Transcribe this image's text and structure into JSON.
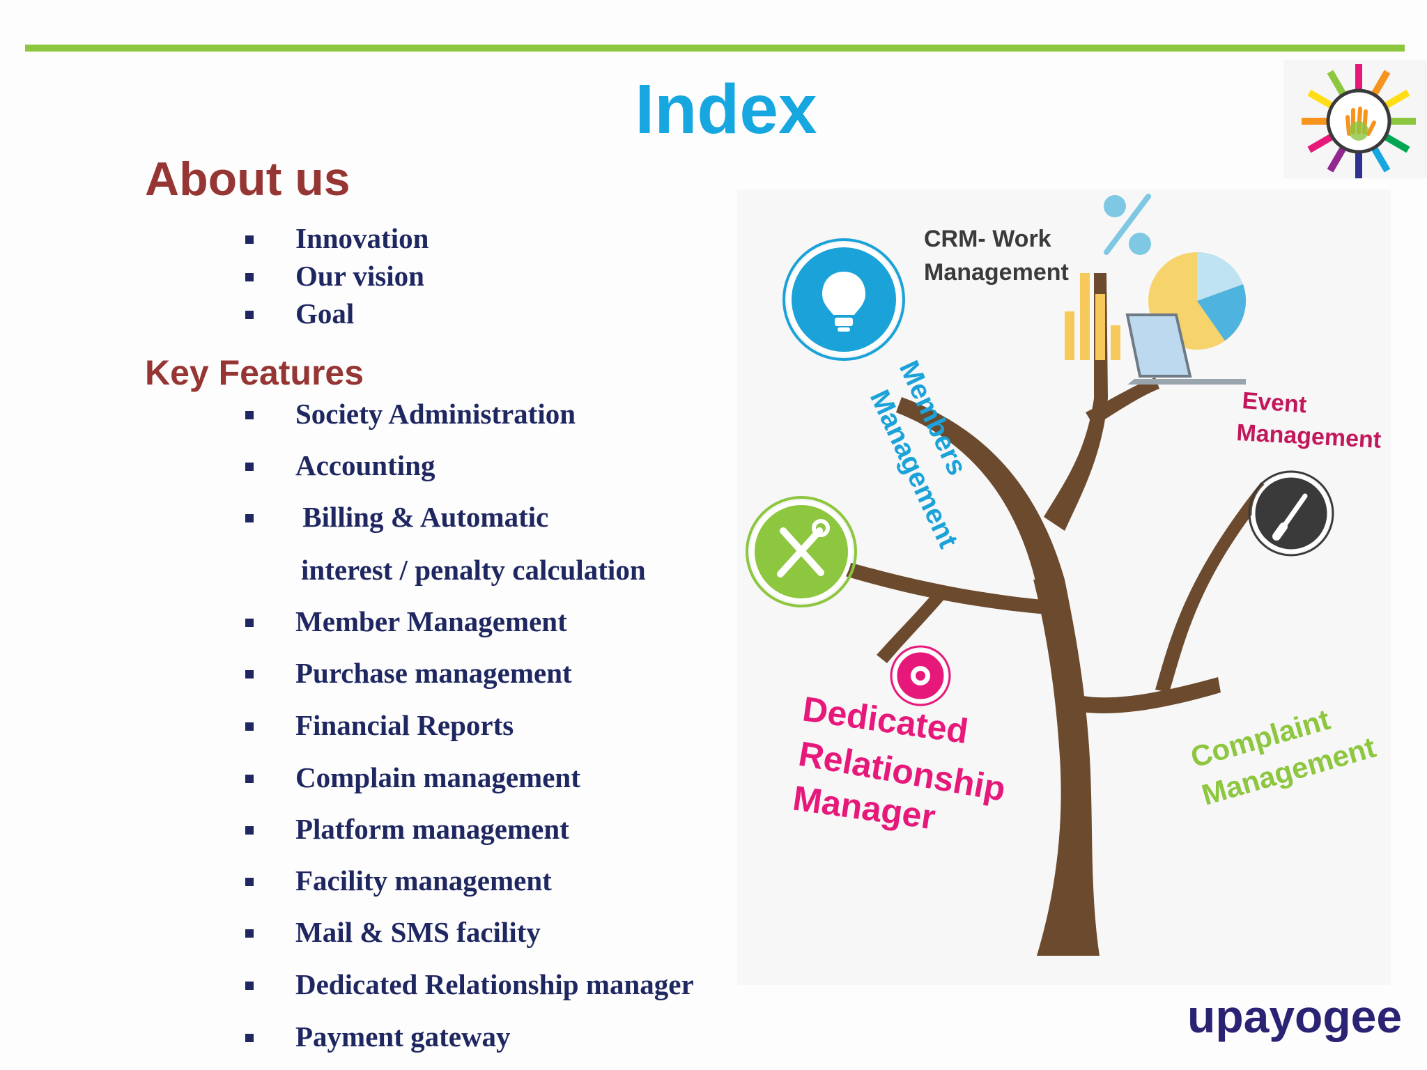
{
  "slide": {
    "title": "Index",
    "about_heading": "About us",
    "about_items": [
      "Innovation",
      "Our vision",
      "Goal"
    ],
    "features_heading": "Key Features",
    "feature_items": [
      "Society Administration",
      "Accounting",
      " Billing & Automatic",
      "Member Management",
      "Purchase management",
      "Financial Reports",
      "Complain management",
      "Platform management",
      "Facility management",
      "Mail & SMS facility",
      "Dedicated Relationship manager",
      "Payment gateway"
    ],
    "billing_continuation": "interest / penalty calculation"
  },
  "tree_graphic": {
    "crm_label_line1": "CRM- Work",
    "crm_label_line2": "Management",
    "members_label_line1": "Members",
    "members_label_line2": "Management",
    "event_label_line1": "Event",
    "event_label_line2": "Management",
    "drm_label_line1": "Dedicated",
    "drm_label_line2": "Relationship",
    "drm_label_line3": "Manager",
    "complaint_label_line1": "Complaint",
    "complaint_label_line2": "Management"
  },
  "brand": {
    "name": "upayogee"
  },
  "colors": {
    "title": "#16a6e0",
    "heading": "#963634",
    "body_text": "#1f2761",
    "rule": "#8dc63f",
    "trunk": "#6b4a2e",
    "blue_label": "#1ba3d9",
    "pink_label": "#e6197a",
    "green_label": "#8dc63f",
    "grey_label": "#3a3a3a"
  },
  "icons": [
    "lightbulb-icon",
    "tools-icon",
    "paintbrush-icon",
    "globe-icon",
    "percent-icon",
    "pie-chart-icon",
    "laptop-icon",
    "hand-logo-icon"
  ]
}
